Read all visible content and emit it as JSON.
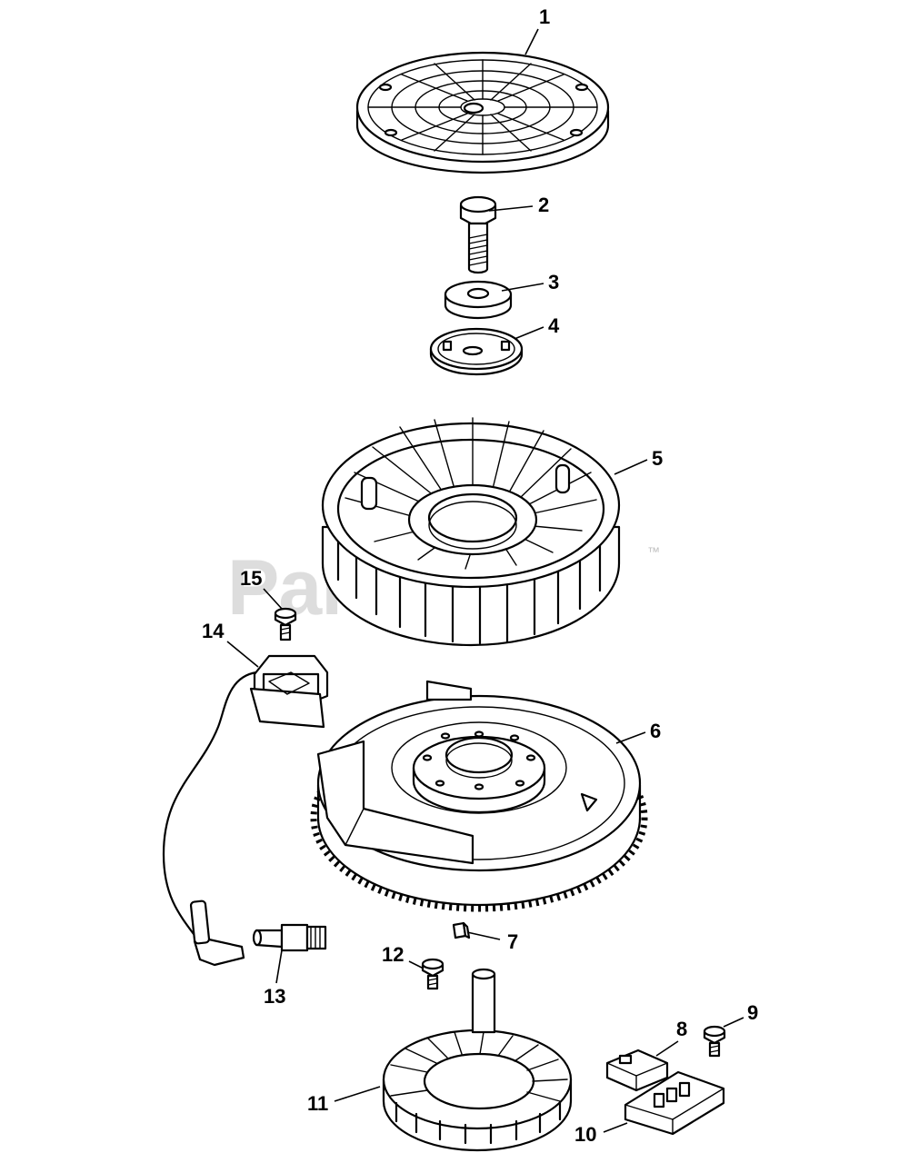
{
  "watermark": {
    "text": "PartsTree",
    "tm": "™"
  },
  "callouts": [
    {
      "id": "1",
      "label": "1"
    },
    {
      "id": "2",
      "label": "2"
    },
    {
      "id": "3",
      "label": "3"
    },
    {
      "id": "4",
      "label": "4"
    },
    {
      "id": "5",
      "label": "5"
    },
    {
      "id": "6",
      "label": "6"
    },
    {
      "id": "7",
      "label": "7"
    },
    {
      "id": "8",
      "label": "8"
    },
    {
      "id": "9",
      "label": "9"
    },
    {
      "id": "10",
      "label": "10"
    },
    {
      "id": "11",
      "label": "11"
    },
    {
      "id": "12",
      "label": "12"
    },
    {
      "id": "13",
      "label": "13"
    },
    {
      "id": "14",
      "label": "14"
    },
    {
      "id": "15",
      "label": "15"
    }
  ]
}
